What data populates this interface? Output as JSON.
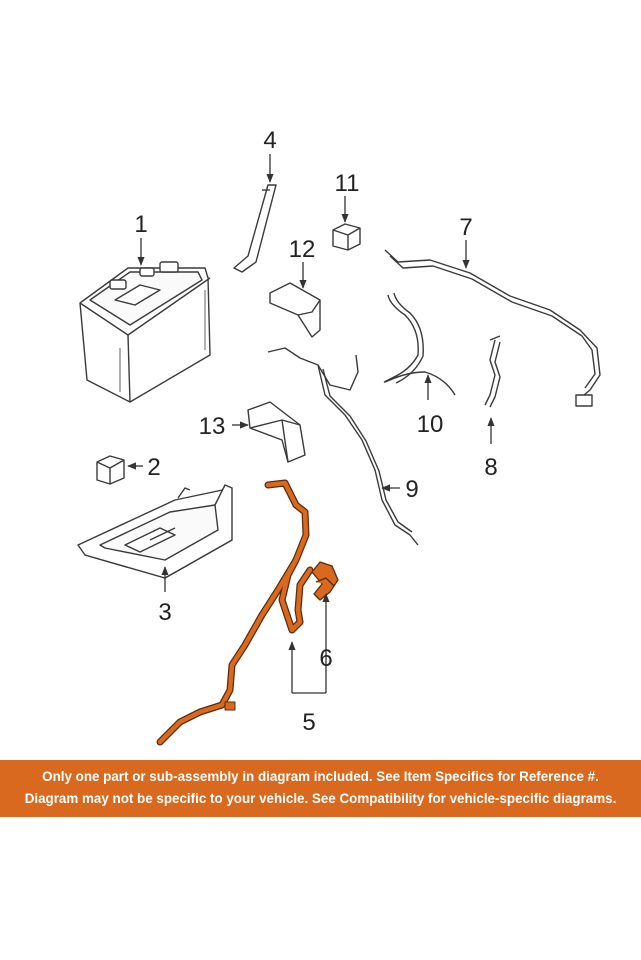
{
  "diagram": {
    "callouts": [
      "1",
      "2",
      "3",
      "4",
      "5",
      "6",
      "7",
      "8",
      "9",
      "10",
      "11",
      "12",
      "13"
    ],
    "colors": {
      "line": "#3a3a3a",
      "highlight_fill": "#d9691f",
      "highlight_stroke": "#5a2a0a",
      "label": "#222222"
    }
  },
  "notice": {
    "line1": "Only one part or sub-assembly in diagram included. See Item Specifics for Reference #.",
    "line2": "Diagram may not be specific to your vehicle. See Compatibility for vehicle-specific diagrams.",
    "background": "#d9691f",
    "text_color": "#ffffff"
  }
}
